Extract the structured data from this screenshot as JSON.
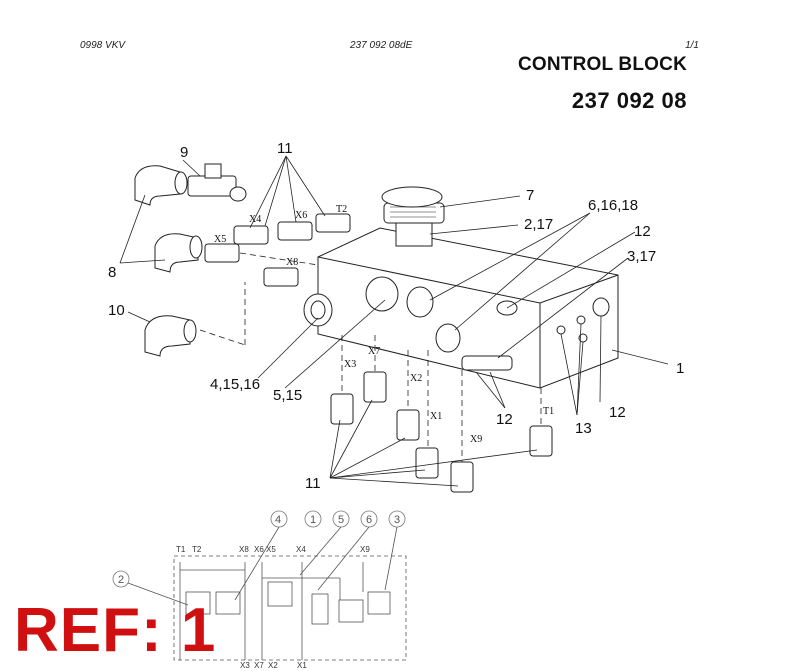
{
  "header": {
    "left": "0998  VKV",
    "center": "237 092 08dE",
    "right": "1/1",
    "title": "CONTROL BLOCK",
    "part_number": "237 092 08"
  },
  "callouts": {
    "c1": "1",
    "c7": "7",
    "c8": "8",
    "c9": "9",
    "c10": "10",
    "c11_top": "11",
    "c11_bottom": "11",
    "c12_a": "12",
    "c12_b": "12",
    "c12_c": "12",
    "c13": "13",
    "c2_17": "2,17",
    "c3_17": "3,17",
    "c6_16_18": "6,16,18",
    "c4_15_16": "4,15,16",
    "c5_15": "5,15"
  },
  "ports": {
    "T2": "T2",
    "X4": "X4",
    "X5": "X5",
    "X6": "X6",
    "X8": "X8",
    "X3": "X3",
    "X7": "X7",
    "X2": "X2",
    "X1": "X1",
    "X9": "X9",
    "T1": "T1"
  },
  "schematic": {
    "top_ports": [
      "T1",
      "T2",
      "X8",
      "X6",
      "X5",
      "X4",
      "X9"
    ],
    "bottom_ports": [
      "X3",
      "X7",
      "X2",
      "X1"
    ],
    "circles": [
      "4",
      "1",
      "5",
      "6",
      "3",
      "2"
    ]
  },
  "ref_label": "REF: 1"
}
